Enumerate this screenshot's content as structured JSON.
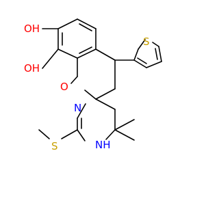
{
  "molecule": {
    "atoms": {
      "oh_top": "OH",
      "oh_bottom": "OH",
      "ring_oxygen": "O",
      "thiophene_sulfur": "S",
      "amidine_nitrogen": "N",
      "amine_nh": "NH",
      "thioether_sulfur": "S"
    },
    "colors": {
      "oxygen": "#ff0000",
      "sulfur": "#c8a000",
      "nitrogen": "#0000ff",
      "bond": "#000000"
    }
  }
}
